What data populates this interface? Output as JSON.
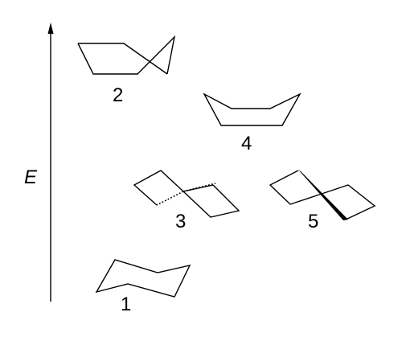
{
  "axis": {
    "label": "E"
  },
  "conformers": [
    {
      "id": "1",
      "label": "1"
    },
    {
      "id": "2",
      "label": "2"
    },
    {
      "id": "3",
      "label": "3"
    },
    {
      "id": "4",
      "label": "4"
    },
    {
      "id": "5",
      "label": "5"
    }
  ]
}
